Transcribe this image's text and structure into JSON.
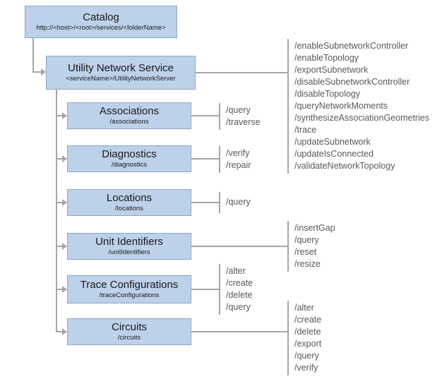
{
  "diagram": {
    "catalog": {
      "title": "Catalog",
      "subtitle": "http://<host>/<root>/services/<folderName>"
    },
    "service": {
      "title": "Utility Network Service",
      "subtitle": "<serviceName>/UtilityNetworkServer",
      "operations": [
        "/enableSubnetworkController",
        "/enableTopology",
        "/exportSubnetwork",
        "/disableSubnetworkController",
        "/disableTopology",
        "/queryNetworkMoments",
        "/synthesizeAssociationGeometries",
        "/trace",
        "/updateSubnetwork",
        "/updateIsConnected",
        "/validateNetworkTopology"
      ]
    },
    "children": [
      {
        "title": "Associations",
        "subtitle": "/associations",
        "operations": [
          "/query",
          "/traverse"
        ]
      },
      {
        "title": "Diagnostics",
        "subtitle": "/diagnostics",
        "operations": [
          "/verify",
          "/repair"
        ]
      },
      {
        "title": "Locations",
        "subtitle": "/locations",
        "operations": [
          "/query"
        ]
      },
      {
        "title": "Unit Identifiers",
        "subtitle": "/unitIdentifiers",
        "operations": [
          "/insertGap",
          "/query",
          "/reset",
          "/resize"
        ]
      },
      {
        "title": "Trace Configurations",
        "subtitle": "/traceConfigurations",
        "operations": [
          "/alter",
          "/create",
          "/delete",
          "/query"
        ]
      },
      {
        "title": "Circuits",
        "subtitle": "/circuits",
        "operations": [
          "/alter",
          "/create",
          "/delete",
          "/export",
          "/query",
          "/verify"
        ]
      }
    ],
    "colors": {
      "box_fill": "#bdd1ea",
      "box_border": "#8ca6c9",
      "line": "#a6a6a6",
      "operation_text": "#595959"
    }
  }
}
